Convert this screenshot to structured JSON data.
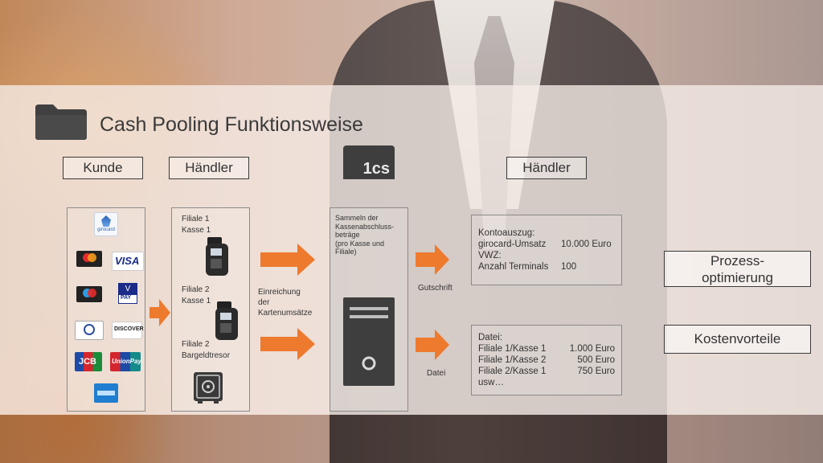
{
  "title": "Cash Pooling Funktionsweise",
  "headers": {
    "kunde": "Kunde",
    "haendler_left": "Händler",
    "haendler_right": "Händler"
  },
  "logo": "1cs",
  "cards": {
    "girocard": "girocard",
    "visa": "VISA",
    "pay": "PAY",
    "discover": "DISCOVER",
    "jcb": "JCB",
    "unionpay": "UnionPay"
  },
  "merchant": {
    "f1": [
      "Filiale 1",
      "Kasse 1"
    ],
    "f2": [
      "Filiale 2",
      "Kasse 1"
    ],
    "f3": [
      "Filiale 2",
      "Bargeldtresor"
    ]
  },
  "einreichung": [
    "Einreichung",
    "der",
    "Kartenumsätze"
  ],
  "server_text": [
    "Sammeln der",
    "Kassenabschluss-",
    "beträge",
    "(pro Kasse und",
    "Filiale)"
  ],
  "gutschrift": "Gutschrift",
  "datei_label": "Datei",
  "konto": {
    "line1": "Kontoauszug:",
    "line2_label": "girocard-Umsatz",
    "line2_value": "10.000 Euro",
    "line3": "VWZ:",
    "line4_label": "Anzahl Terminals",
    "line4_value": "100"
  },
  "datei": {
    "heading": "Datei:",
    "rows": [
      {
        "label": "Filiale 1/Kasse 1",
        "value": "1.000 Euro"
      },
      {
        "label": "Filiale 1/Kasse 2",
        "value": "500 Euro"
      },
      {
        "label": "Filiale 2/Kasse 1",
        "value": "750 Euro"
      }
    ],
    "more": "usw…"
  },
  "right_boxes": {
    "prozess": [
      "Prozess-",
      "optimierung"
    ],
    "kosten": "Kostenvorteile"
  },
  "colors": {
    "orange": "#ee7a2e",
    "dark": "#3a3a3a"
  }
}
